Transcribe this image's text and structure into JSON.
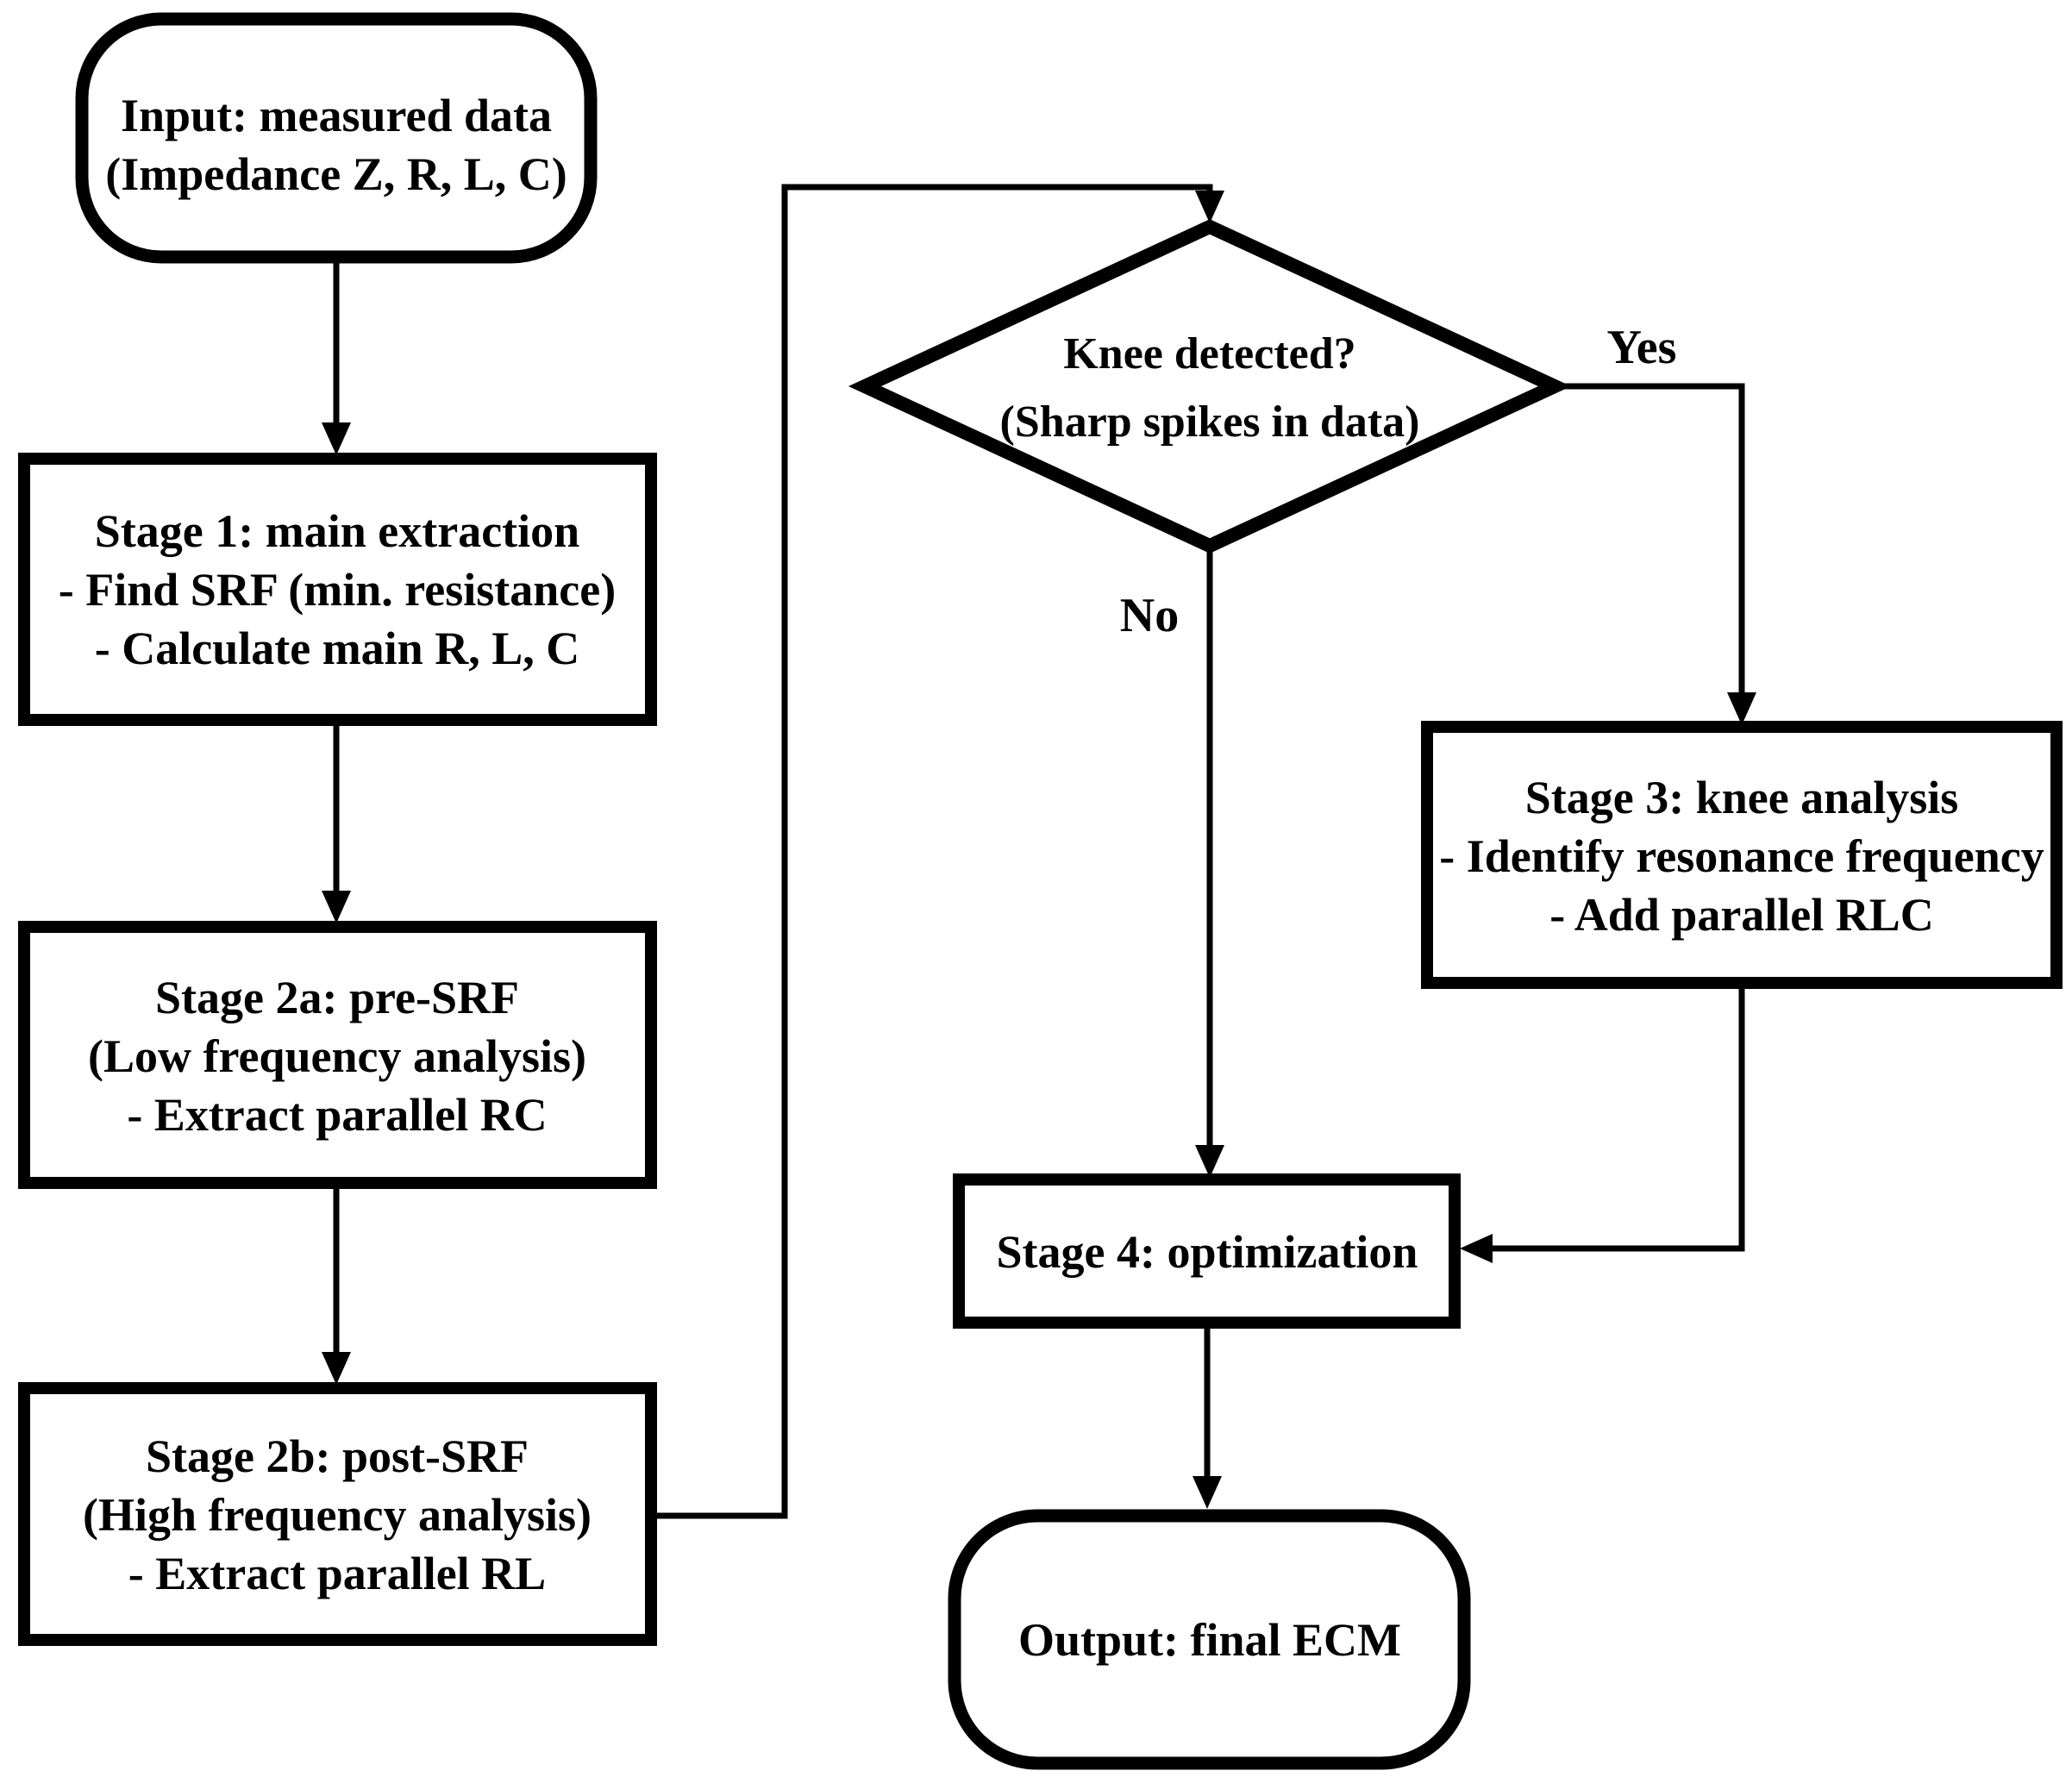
{
  "diagram": {
    "background": "#ffffff",
    "stroke_color": "#000000",
    "fill_color": "#ffffff",
    "nodes": {
      "input": {
        "shape": "terminator",
        "lines": [
          "Input: measured data",
          "(Impedance Z, R, L, C)"
        ]
      },
      "stage1": {
        "shape": "process",
        "lines": [
          "Stage 1: main extraction",
          "- Find SRF (min. resistance)",
          "- Calculate main R, L, C"
        ]
      },
      "stage2a": {
        "shape": "process",
        "lines": [
          "Stage 2a: pre-SRF",
          "(Low frequency analysis)",
          "- Extract parallel RC"
        ]
      },
      "stage2b": {
        "shape": "process",
        "lines": [
          "Stage 2b: post-SRF",
          "(High frequency analysis)",
          "- Extract parallel RL"
        ]
      },
      "decision": {
        "shape": "decision",
        "lines": [
          "Knee detected?",
          "(Sharp spikes in data)"
        ]
      },
      "stage3": {
        "shape": "process",
        "lines": [
          "Stage 3: knee analysis",
          "- Identify resonance frequency",
          "- Add parallel RLC"
        ]
      },
      "stage4": {
        "shape": "process",
        "lines": [
          "Stage 4: optimization"
        ]
      },
      "output": {
        "shape": "terminator",
        "lines": [
          "Output: final ECM"
        ]
      }
    },
    "edge_labels": {
      "yes": "Yes",
      "no": "No"
    },
    "edges": [
      {
        "from": "input",
        "to": "stage1",
        "label": ""
      },
      {
        "from": "stage1",
        "to": "stage2a",
        "label": ""
      },
      {
        "from": "stage2a",
        "to": "stage2b",
        "label": ""
      },
      {
        "from": "stage2b",
        "to": "decision",
        "label": ""
      },
      {
        "from": "decision",
        "to": "stage3",
        "label": "Yes"
      },
      {
        "from": "decision",
        "to": "stage4",
        "label": "No"
      },
      {
        "from": "stage3",
        "to": "stage4",
        "label": ""
      },
      {
        "from": "stage4",
        "to": "output",
        "label": ""
      }
    ]
  }
}
